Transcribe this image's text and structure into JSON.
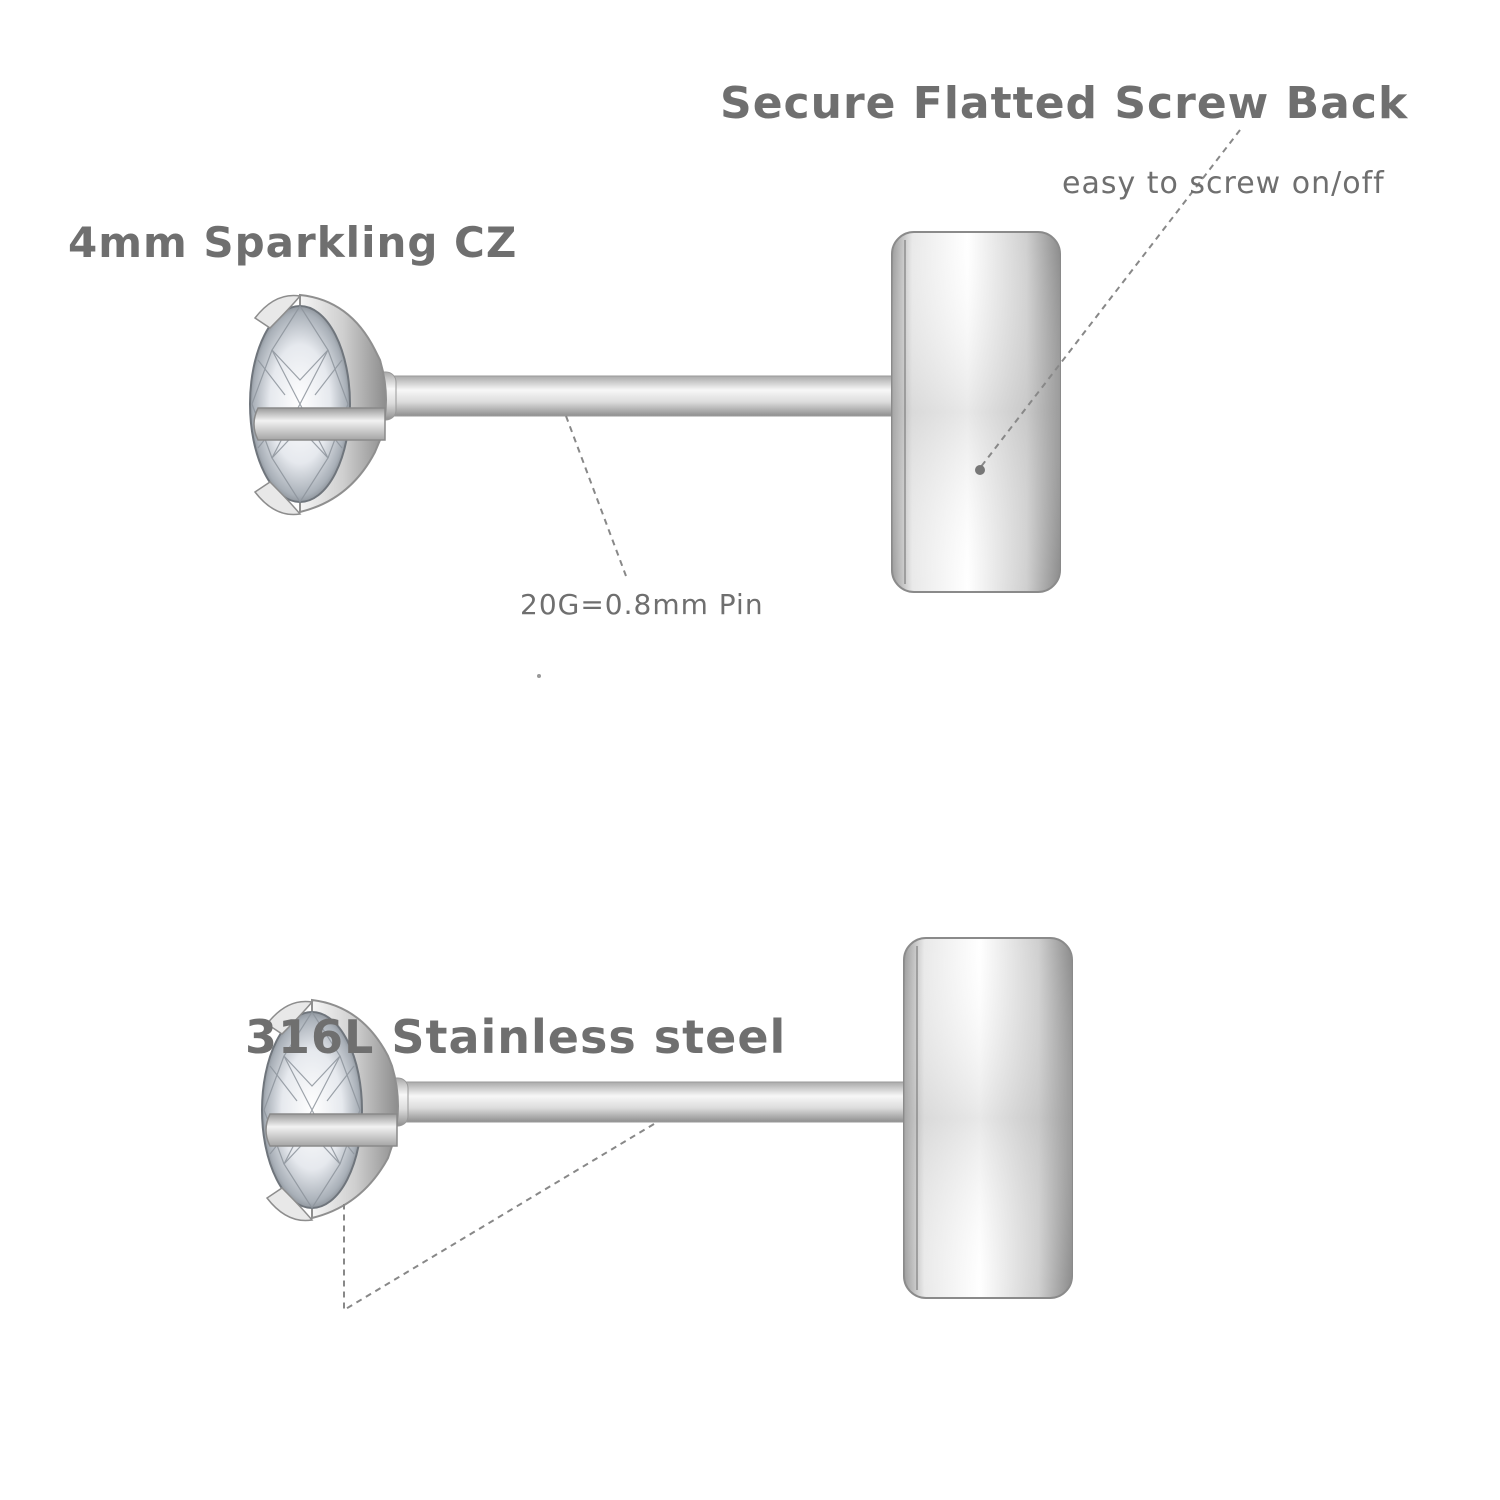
{
  "labels": {
    "screw_back": "Secure Flatted Screw Back",
    "screw_back_note": "easy to screw on/off",
    "stone": "4mm Sparkling CZ",
    "pin": "20G=0.8mm Pin",
    "material": "316L Stainless steel"
  },
  "colors": {
    "label_text": "#6f6f6f",
    "leader_line": "#888888",
    "metal_light": "#f4f4f4",
    "metal_mid": "#c9c9c9",
    "metal_dark": "#8d8d8d"
  }
}
